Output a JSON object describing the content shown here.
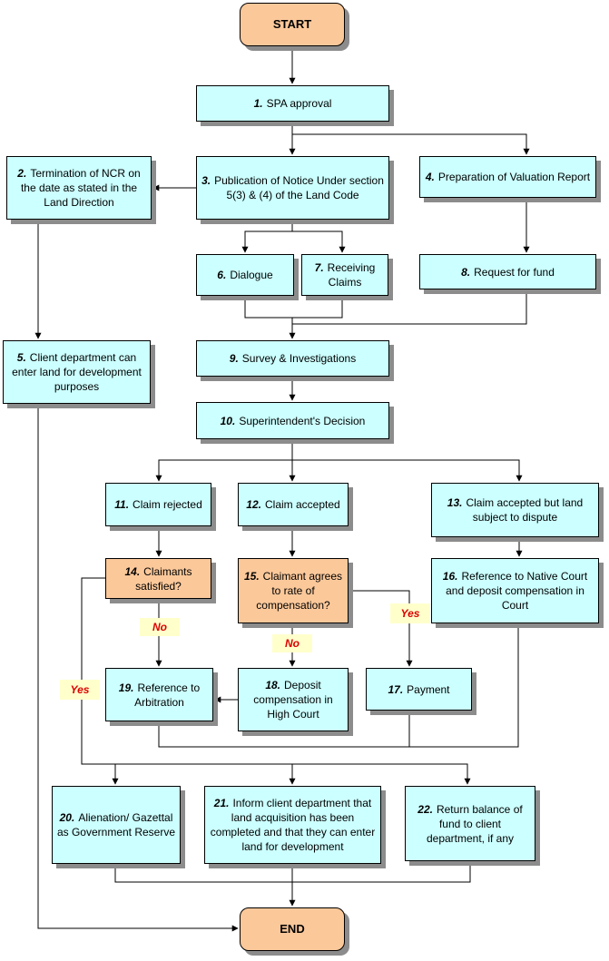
{
  "start": "START",
  "end": "END",
  "steps": {
    "s1": {
      "num": "1.",
      "text": "SPA approval"
    },
    "s2": {
      "num": "2.",
      "text": "Termination of NCR on the date as stated in the Land Direction"
    },
    "s3": {
      "num": "3.",
      "text": "Publication of Notice Under section 5(3) & (4) of the Land Code"
    },
    "s4": {
      "num": "4.",
      "text": "Preparation of Valuation Report"
    },
    "s5": {
      "num": "5.",
      "text": "Client department can enter land for development purposes"
    },
    "s6": {
      "num": "6.",
      "text": "Dialogue"
    },
    "s7": {
      "num": "7.",
      "text": "Receiving Claims"
    },
    "s8": {
      "num": "8.",
      "text": "Request for fund"
    },
    "s9": {
      "num": "9.",
      "text": "Survey & Investigations"
    },
    "s10": {
      "num": "10.",
      "text": "Superintendent's Decision"
    },
    "s11": {
      "num": "11.",
      "text": "Claim rejected"
    },
    "s12": {
      "num": "12.",
      "text": "Claim accepted"
    },
    "s13": {
      "num": "13.",
      "text": "Claim accepted but land subject to dispute"
    },
    "s14": {
      "num": "14.",
      "text": "Claimants satisfied?"
    },
    "s15": {
      "num": "15.",
      "text": "Claimant agrees to rate of compensation?"
    },
    "s16": {
      "num": "16.",
      "text": "Reference to Native Court and deposit compensation in Court"
    },
    "s17": {
      "num": "17.",
      "text": "Payment"
    },
    "s18": {
      "num": "18.",
      "text": "Deposit compensation in High Court"
    },
    "s19": {
      "num": "19.",
      "text": "Reference to Arbitration"
    },
    "s20": {
      "num": "20.",
      "text": "Alienation/ Gazettal as Government Reserve"
    },
    "s21": {
      "num": "21.",
      "text": "Inform client department that land acquisition has been completed and that they can enter land for development"
    },
    "s22": {
      "num": "22.",
      "text": "Return balance of fund to client department, if any"
    }
  },
  "labels": {
    "no": "No",
    "yes": "Yes"
  },
  "colors": {
    "process": "#ccffff",
    "decision": "#fbc89a",
    "label_bg": "#ffffcc",
    "label_text": "#dd0000"
  }
}
